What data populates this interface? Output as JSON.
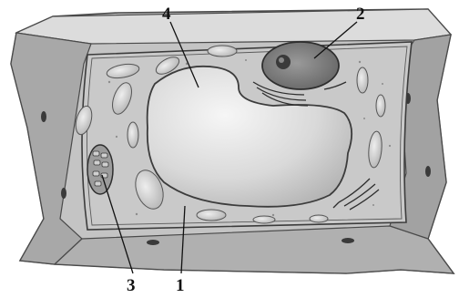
{
  "diagram": {
    "labels": [
      {
        "id": "1",
        "text": "1"
      },
      {
        "id": "2",
        "text": "2"
      },
      {
        "id": "3",
        "text": "3"
      },
      {
        "id": "4",
        "text": "4"
      }
    ]
  },
  "colors": {
    "wall": "#bdbdbd",
    "wall_dark": "#8f8f8f",
    "cytoplasm": "#c8c8c8",
    "vacuole": "#e2e2e2",
    "nucleus": "#7a7a7a",
    "organelle": "#d6d6d6"
  }
}
